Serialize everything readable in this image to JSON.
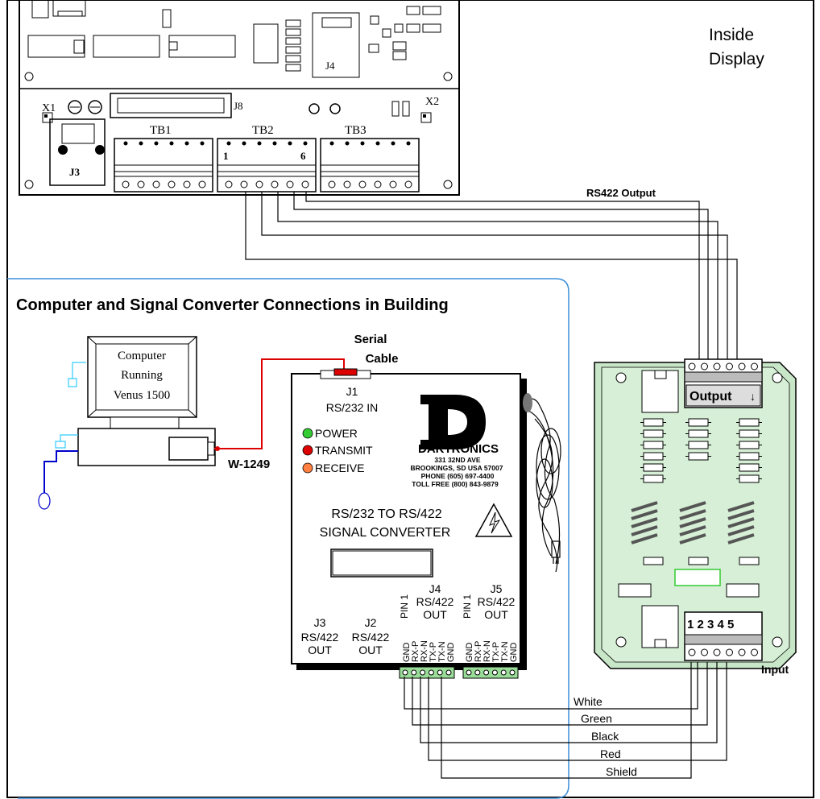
{
  "inside_display": {
    "title_line1": "Inside",
    "title_line2": "Display",
    "connectors": {
      "j4": "J4",
      "j3": "J3",
      "j8": "J8",
      "x1": "X1",
      "x2": "X2",
      "tb1": "TB1",
      "tb2": "TB2",
      "tb3": "TB3",
      "tb2_pin_first": "1",
      "tb2_pin_last": "6"
    },
    "output_label": "RS422 Output"
  },
  "building": {
    "title": "Computer and Signal Converter Connections in Building",
    "computer_screen_lines": [
      "Computer",
      "Running",
      "Venus 1500"
    ],
    "cable_label": "W-1249",
    "serial_cable_line1": "Serial",
    "serial_cable_line2": "Cable"
  },
  "converter": {
    "j1_line1": "J1",
    "j1_line2": "RS/232 IN",
    "leds": [
      {
        "label": "POWER",
        "color": "#33cc33"
      },
      {
        "label": "TRANSMIT",
        "color": "#dd0000"
      },
      {
        "label": "RECEIVE",
        "color": "#ff8040"
      }
    ],
    "brand": "DAKTRONICS",
    "address": [
      "331 32ND AVE",
      "BROOKINGS, SD USA 57007",
      "PHONE (605) 697-4400",
      "TOLL FREE (800) 843-9879"
    ],
    "product_line1": "RS/232 TO RS/422",
    "product_line2": "SIGNAL CONVERTER",
    "ports": [
      {
        "name": "J3",
        "line2": "RS/422",
        "line3": "OUT"
      },
      {
        "name": "J2",
        "line2": "RS/422",
        "line3": "OUT"
      },
      {
        "name": "J4",
        "line2": "RS/422",
        "line3": "OUT"
      },
      {
        "name": "J5",
        "line2": "RS/422",
        "line3": "OUT"
      }
    ],
    "pin1_label": "PIN 1",
    "pin_labels": [
      "GND",
      "RX-P",
      "RX-N",
      "TX-P",
      "TX-N",
      "GND"
    ]
  },
  "terminal_board": {
    "output_label": "Output",
    "input_numbers": "1 2 3 4 5",
    "input_label": "Input"
  },
  "wires": [
    "White",
    "Green",
    "Black",
    "Red",
    "Shield"
  ]
}
